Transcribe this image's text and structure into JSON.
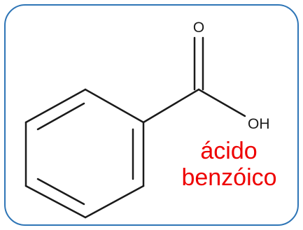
{
  "diagram": {
    "atoms": {
      "carbonyl_oxygen": "O",
      "hydroxyl": "OH"
    },
    "compound_name": {
      "line1": "ácido",
      "line2": "benzóico"
    }
  },
  "colors": {
    "frame_border": "#2E75B6",
    "bond": "#1a1a1a",
    "compound_name": "#EE0000"
  }
}
